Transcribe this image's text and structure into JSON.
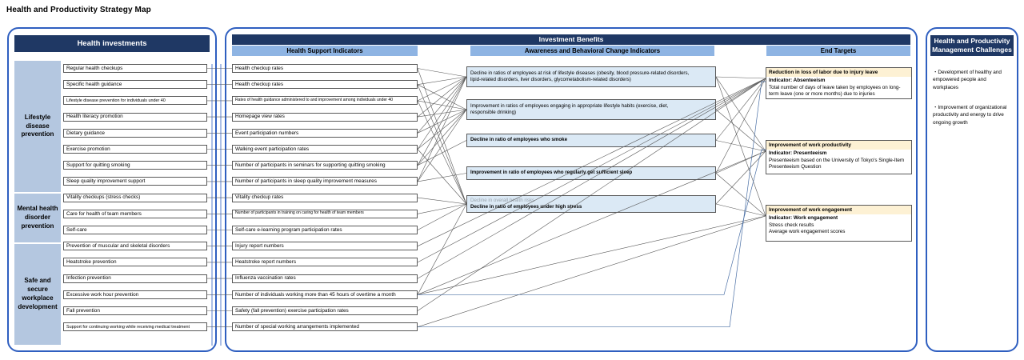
{
  "page_title": "Health and Productivity Strategy Map",
  "colors": {
    "panel_border": "#2f5fc0",
    "header_dark": "#1f3864",
    "header_sub": "#8eb4e3",
    "category_fill": "#b4c7e0",
    "awareness_fill": "#dbe9f5",
    "target_head_fill": "#fdf1d4",
    "line": "#595959"
  },
  "panels": {
    "investments": {
      "header": "Health investments"
    },
    "benefits": {
      "header": "Investment Benefits"
    },
    "challenges": {
      "header": "Health and Productivity Management Challenges"
    }
  },
  "subheaders": {
    "health_support": "Health Support Indicators",
    "awareness": "Awareness and Behavioral Change Indicators",
    "end_targets": "End Targets"
  },
  "investment_categories": [
    {
      "label": "Lifestyle disease prevention"
    },
    {
      "label": "Mental health disorder prevention"
    },
    {
      "label": "Safe and secure workplace development"
    }
  ],
  "investments": [
    "Regular health checkups",
    "Specific health guidance",
    "Lifestyle disease prevention for individuals under 40",
    "Health literacy promotion",
    "Dietary guidance",
    "Exercise promotion",
    "Support for quitting smoking",
    "Sleep quality improvement support",
    "Vitality checkups (stress checks)",
    "Care for health of team members",
    "Self-care",
    "Prevention of muscular and skeletal disorders",
    "Heatstroke prevention",
    "Infection prevention",
    "Excessive work hour prevention",
    "Fall prevention",
    "Support for continuing working while receiving medical treatment"
  ],
  "health_support_indicators": [
    "Health checkup rates",
    "Health checkup rates",
    "Rates of health guidance administered to and improvement among individuals under 40",
    "Homepage view rates",
    "Event participation numbers",
    "Walking event participation rates",
    "Number of participants in seminars for supporting quitting smoking",
    "Number of participants in sleep quality improvement measures",
    "Vitality checkup rates",
    "Number of participants in training on caring for health of team members",
    "Self-care e-learning program participation rates",
    "Injury report numbers",
    "Heatstroke report numbers",
    "Influenza vaccination rates",
    "Number of individuals working more than 45 hours of overtime a month",
    "Safety (fall prevention) exercise participation rates",
    "Number of special working arrangements implemented"
  ],
  "awareness_indicators": [
    {
      "lines": [
        {
          "text": "Decline in ratios of employees at risk of lifestyle diseases (obesity, blood pressure-related disorders,",
          "style": "normal"
        },
        {
          "text": "lipid-related disorders, liver disorders, glycometabolism-related disorders)",
          "style": "normal"
        }
      ]
    },
    {
      "lines": [
        {
          "text": "Improvement in ratios of employees engaging in appropriate lifestyle habits (exercise, diet,",
          "style": "normal"
        },
        {
          "text": "responsible drinking)",
          "style": "normal"
        }
      ]
    },
    {
      "lines": [
        {
          "text": "Decline in ratio of employees who smoke",
          "style": "bold"
        }
      ]
    },
    {
      "lines": [
        {
          "text": "Improvement in ratio of employees who regularly get sufficient sleep",
          "style": "bold"
        }
      ]
    },
    {
      "lines": [
        {
          "text": "Decline in overall health risks",
          "style": "faint"
        },
        {
          "text": "Decline in ratio of employees under high stress",
          "style": "bold"
        }
      ]
    }
  ],
  "end_targets": [
    {
      "title": "Reduction in loss of labor due to injury leave",
      "indicator": "Indicator: Absenteeism",
      "body": "Total number of days of leave taken by employees on long-term leave (one or more months) due to injuries"
    },
    {
      "title": "Improvement of work productivity",
      "indicator": "Indicator: Presenteeism",
      "body": "Presenteeism based on the University of Tokyo's Single-Item Presenteeism Question"
    },
    {
      "title": "Improvement of work engagement",
      "indicator": "Indicator: Work engagement",
      "body": "Stress check results\nAverage work engagement scores"
    }
  ],
  "challenges": [
    "・Development of healthy and empowered people and workplaces",
    "・Improvement of organizational productivity and energy to drive ongoing growth"
  ]
}
